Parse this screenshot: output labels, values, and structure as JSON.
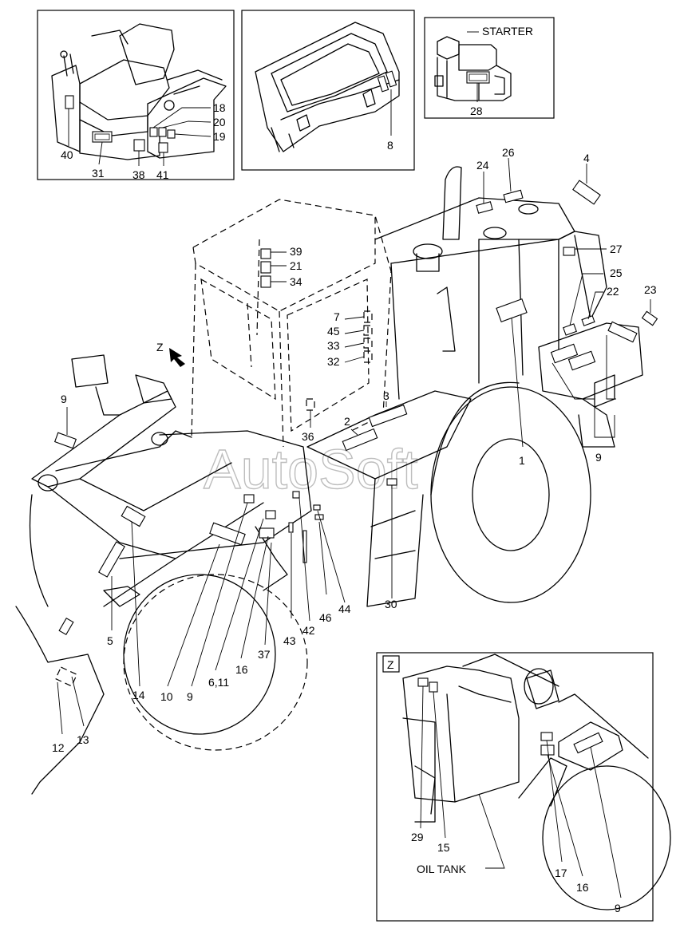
{
  "watermark": "AutoSoft",
  "panels": {
    "operator_console": {
      "callouts": [
        "18",
        "20",
        "19",
        "40",
        "31",
        "38",
        "41"
      ]
    },
    "dashboard": {
      "callouts": [
        "8"
      ]
    },
    "starter": {
      "title": "STARTER",
      "callouts": [
        "28"
      ]
    },
    "view_z": {
      "title": "Z",
      "oil_tank_label": "OIL TANK",
      "callouts": [
        "29",
        "15",
        "17",
        "16",
        "9"
      ]
    }
  },
  "main_view": {
    "view_arrow_label": "Z",
    "callouts": [
      "24",
      "26",
      "4",
      "27",
      "25",
      "22",
      "23",
      "39",
      "21",
      "34",
      "7",
      "45",
      "33",
      "32",
      "36",
      "3",
      "2",
      "1",
      "9",
      "9",
      "5",
      "14",
      "10",
      "9",
      "6,11",
      "16",
      "37",
      "43",
      "42",
      "46",
      "44",
      "30",
      "12",
      "13"
    ]
  }
}
